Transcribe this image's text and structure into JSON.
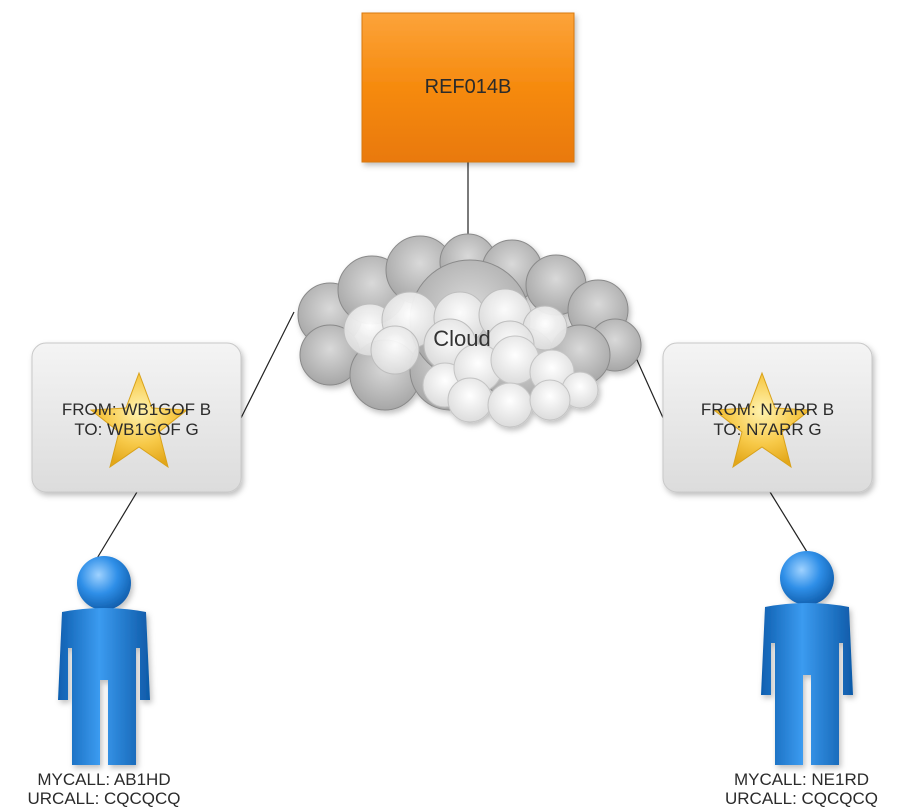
{
  "server": {
    "label": "REF014B",
    "color": "#f68a0e"
  },
  "cloud": {
    "label": "Cloud"
  },
  "repeaters": [
    {
      "from_line": "FROM: WB1GOF B",
      "to_line": "TO: WB1GOF G"
    },
    {
      "from_line": "FROM: N7ARR B",
      "to_line": "TO: N7ARR G"
    }
  ],
  "users": [
    {
      "mycall": "MYCALL: AB1HD",
      "urcall": "URCALL: CQCQCQ",
      "color": "#1e7fd9"
    },
    {
      "mycall": "MYCALL: NE1RD",
      "urcall": "URCALL: CQCQCQ",
      "color": "#1e7fd9"
    }
  ],
  "icons": {
    "repeater_star": "star-icon",
    "user": "person-icon",
    "network": "cloud-icon"
  }
}
